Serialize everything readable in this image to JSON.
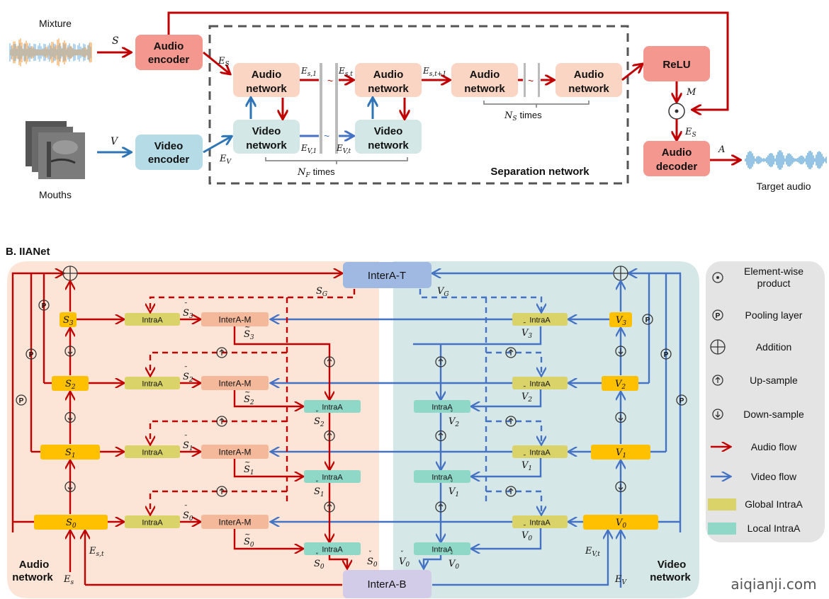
{
  "colors": {
    "audio_flow": "#c00000",
    "video_flow": "#4472c4",
    "video_flow_top": "#2e75b6",
    "encoder_audio": "#f4978e",
    "encoder_video": "#b4dbe6",
    "audio_network_box": "#fbd5c4",
    "video_network_box": "#d2e7e6",
    "relu": "#f4978e",
    "audio_panel": "#fce4d6",
    "video_panel": "#d6e7e7",
    "legend_panel": "#e4e4e4",
    "level_block": "#ffc000",
    "global_intra": "#d9d36a",
    "local_intra": "#8fd8c8",
    "interam": "#f4b99a",
    "interat": "#9fb9e3",
    "interab": "#d2cce8"
  },
  "panel_a": {
    "mixture_label": "Mixture",
    "mouths_label": "Mouths",
    "target_label": "Target audio",
    "audio_encoder": [
      "Audio",
      "encoder"
    ],
    "video_encoder": [
      "Video",
      "encoder"
    ],
    "audio_network": [
      "Audio",
      "network"
    ],
    "video_network": [
      "Video",
      "network"
    ],
    "relu": "ReLU",
    "audio_decoder": [
      "Audio",
      "decoder"
    ],
    "separation_label": "Separation network",
    "nf_times": "times",
    "ns_times": "times",
    "sym": {
      "S": "S",
      "V": "V",
      "ES": "E",
      "ES_sub": "S",
      "EV": "E",
      "EV_sub": "V",
      "Es1": "E",
      "Es1_sub": "s,1",
      "Est": "E",
      "Est_sub": "s,t",
      "Est1": "E",
      "Est1_sub": "s,t+1",
      "Ev1": "E",
      "Ev1_sub": "V,1",
      "Evt": "E",
      "Evt_sub": "V,t",
      "M": "M",
      "EbarS": "E",
      "EbarS_sub": "S",
      "Abar": "A",
      "NF": "N",
      "NF_sub": "F",
      "NS": "N",
      "NS_sub": "S",
      "tilde": "~"
    }
  },
  "panel_b": {
    "title": "B. IIANet",
    "audio_network_label": [
      "Audio",
      "network"
    ],
    "video_network_label": [
      "Video",
      "network"
    ],
    "intera_t": "InterA-T",
    "intera_b": "InterA-B",
    "intera_m": "InterA-M",
    "intraa": "IntraA",
    "pool": "P",
    "audio_levels": [
      "S",
      "S",
      "S",
      "S"
    ],
    "level_subs": [
      "3",
      "2",
      "1",
      "0"
    ],
    "video_levels": [
      "V",
      "V",
      "V",
      "V"
    ],
    "sym": {
      "SG": "S",
      "SG_sub": "G",
      "VG": "V",
      "VG_sub": "G",
      "Es": "E",
      "Es_sub": "s",
      "Ebst": "E",
      "Ebst_sub": "s,t",
      "EV": "E",
      "EV_sub": "V",
      "EbVt": "E",
      "EbVt_sub": "V,t"
    }
  },
  "legend": {
    "items": [
      {
        "icon": "element-wise-product-icon",
        "label": [
          "Element-wise",
          "product"
        ]
      },
      {
        "icon": "pooling-layer-icon",
        "label": [
          "Pooling layer"
        ]
      },
      {
        "icon": "addition-icon",
        "label": [
          "Addition"
        ]
      },
      {
        "icon": "up-sample-icon",
        "label": [
          "Up-sample"
        ]
      },
      {
        "icon": "down-sample-icon",
        "label": [
          "Down-sample"
        ]
      },
      {
        "icon": "audio-flow-arrow-icon",
        "label": [
          "Audio flow"
        ]
      },
      {
        "icon": "video-flow-arrow-icon",
        "label": [
          "Video flow"
        ]
      },
      {
        "icon": "global-intraa-swatch",
        "label": [
          "Global IntraA"
        ]
      },
      {
        "icon": "local-intraa-swatch",
        "label": [
          "Local IntraA"
        ]
      }
    ]
  },
  "watermark": "aiqianji.com"
}
